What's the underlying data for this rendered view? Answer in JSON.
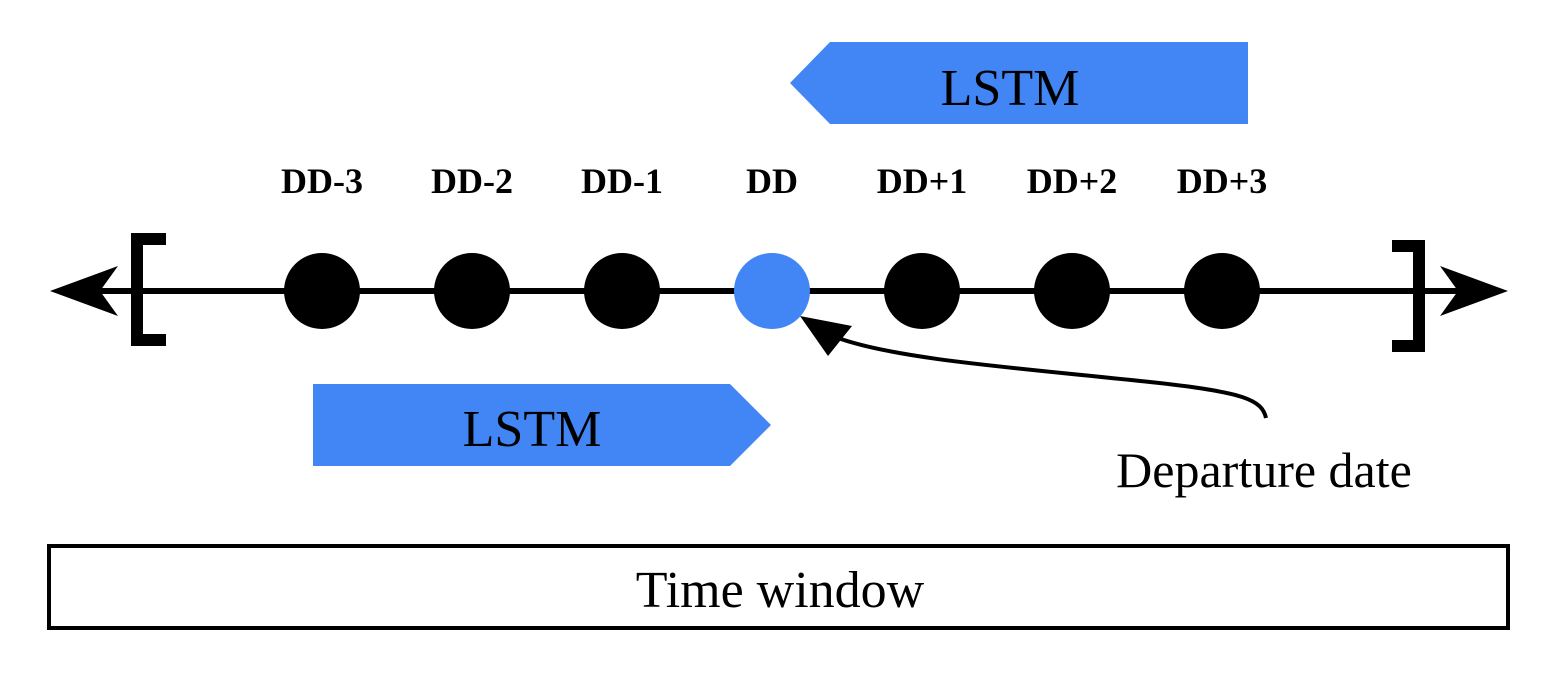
{
  "colors": {
    "accent": "#4285f4",
    "ink": "#000000",
    "background": "#ffffff"
  },
  "timeline": {
    "days": [
      {
        "label": "DD-3",
        "highlight": false
      },
      {
        "label": "DD-2",
        "highlight": false
      },
      {
        "label": "DD-1",
        "highlight": false
      },
      {
        "label": "DD",
        "highlight": true
      },
      {
        "label": "DD+1",
        "highlight": false
      },
      {
        "label": "DD+2",
        "highlight": false
      },
      {
        "label": "DD+3",
        "highlight": false
      }
    ]
  },
  "lstm_forward": {
    "label": "LSTM",
    "direction": "right"
  },
  "lstm_backward": {
    "label": "LSTM",
    "direction": "left"
  },
  "callout": {
    "label": "Departure date"
  },
  "time_window": {
    "label": "Time window"
  }
}
